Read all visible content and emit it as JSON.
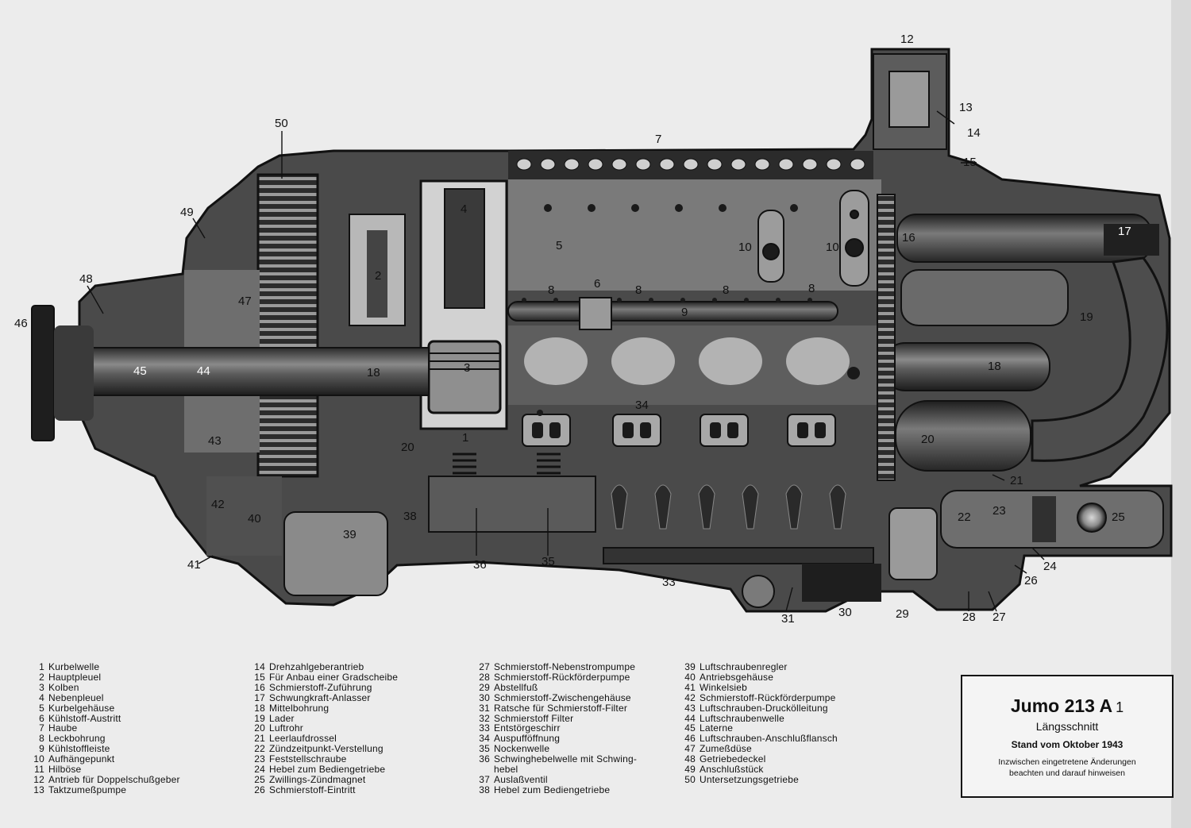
{
  "callouts": {
    "n1": "1",
    "n2": "2",
    "n3": "3",
    "n4": "4",
    "n5": "5",
    "n6": "6",
    "n7": "7",
    "n8": "8",
    "n9": "9",
    "n10": "10",
    "n12": "12",
    "n13": "13",
    "n14": "14",
    "n15": "15",
    "n16": "16",
    "n17": "17",
    "n18": "18",
    "n19": "19",
    "n20": "20",
    "n21": "21",
    "n22": "22",
    "n23": "23",
    "n24": "24",
    "n25": "25",
    "n26": "26",
    "n27": "27",
    "n28": "28",
    "n29": "29",
    "n30": "30",
    "n31": "31",
    "n33": "33",
    "n34": "34",
    "n35": "35",
    "n36": "36",
    "n38": "38",
    "n39": "39",
    "n40": "40",
    "n41": "41",
    "n42": "42",
    "n43": "43",
    "n44": "44",
    "n45": "45",
    "n46": "46",
    "n47": "47",
    "n48": "48",
    "n49": "49",
    "n50": "50"
  },
  "legend": {
    "col1": [
      {
        "num": "1",
        "text": "Kurbelwelle"
      },
      {
        "num": "2",
        "text": "Hauptpleuel"
      },
      {
        "num": "3",
        "text": "Kolben"
      },
      {
        "num": "4",
        "text": "Nebenpleuel"
      },
      {
        "num": "5",
        "text": "Kurbelgehäuse"
      },
      {
        "num": "6",
        "text": "Kühlstoff-Austritt"
      },
      {
        "num": "7",
        "text": "Haube"
      },
      {
        "num": "8",
        "text": "Leckbohrung"
      },
      {
        "num": "9",
        "text": "Kühlstoffleiste"
      },
      {
        "num": "10",
        "text": "Aufhängepunkt"
      },
      {
        "num": "11",
        "text": "Hilböse"
      },
      {
        "num": "12",
        "text": "Antrieb für Doppelschußgeber"
      },
      {
        "num": "13",
        "text": "Taktzumeßpumpe"
      }
    ],
    "col2": [
      {
        "num": "14",
        "text": "Drehzahlgeberantrieb"
      },
      {
        "num": "15",
        "text": "Für Anbau einer Gradscheibe"
      },
      {
        "num": "16",
        "text": "Schmierstoff-Zuführung"
      },
      {
        "num": "17",
        "text": "Schwungkraft-Anlasser"
      },
      {
        "num": "18",
        "text": "Mittelbohrung"
      },
      {
        "num": "19",
        "text": "Lader"
      },
      {
        "num": "20",
        "text": "Luftrohr"
      },
      {
        "num": "21",
        "text": "Leerlaufdrossel"
      },
      {
        "num": "22",
        "text": "Zündzeitpunkt-Verstellung"
      },
      {
        "num": "23",
        "text": "Feststellschraube"
      },
      {
        "num": "24",
        "text": "Hebel zum Bediengetriebe"
      },
      {
        "num": "25",
        "text": "Zwillings-Zündmagnet"
      },
      {
        "num": "26",
        "text": "Schmierstoff-Eintritt"
      }
    ],
    "col3": [
      {
        "num": "27",
        "text": "Schmierstoff-Nebenstrompumpe"
      },
      {
        "num": "28",
        "text": "Schmierstoff-Rückförderpumpe"
      },
      {
        "num": "29",
        "text": "Abstellfuß"
      },
      {
        "num": "30",
        "text": "Schmierstoff-Zwischengehäuse"
      },
      {
        "num": "31",
        "text": "Ratsche für Schmierstoff-Filter"
      },
      {
        "num": "32",
        "text": "Schmierstoff Filter"
      },
      {
        "num": "33",
        "text": "Entstörgeschirr"
      },
      {
        "num": "34",
        "text": "Auspufföffnung"
      },
      {
        "num": "35",
        "text": "Nockenwelle"
      },
      {
        "num": "36",
        "text": "Schwinghebelwelle mit Schwing-"
      },
      {
        "num": "",
        "text": "hebel"
      },
      {
        "num": "37",
        "text": "Auslaßventil"
      },
      {
        "num": "38",
        "text": "Hebel zum Bediengetriebe"
      }
    ],
    "col4": [
      {
        "num": "39",
        "text": "Luftschraubenregler"
      },
      {
        "num": "40",
        "text": "Antriebsgehäuse"
      },
      {
        "num": "41",
        "text": "Winkelsieb"
      },
      {
        "num": "42",
        "text": "Schmierstoff-Rückförderpumpe"
      },
      {
        "num": "43",
        "text": "Luftschrauben-Druckölleitung"
      },
      {
        "num": "44",
        "text": "Luftschraubenwelle"
      },
      {
        "num": "45",
        "text": "Laterne"
      },
      {
        "num": "46",
        "text": "Luftschrauben-Anschlußflansch"
      },
      {
        "num": "47",
        "text": "Zumeßdüse"
      },
      {
        "num": "48",
        "text": "Getriebedeckel"
      },
      {
        "num": "49",
        "text": "Anschlußstück"
      },
      {
        "num": "50",
        "text": "Untersetzungsgetriebe"
      }
    ]
  },
  "title_block": {
    "title": "Jumo 213 A",
    "title_suffix": "1",
    "subtitle": "Längsschnitt",
    "date": "Stand vom Oktober 1943",
    "note_line1": "Inzwischen eingetretene Änderungen",
    "note_line2": "beachten und darauf hinweisen"
  }
}
